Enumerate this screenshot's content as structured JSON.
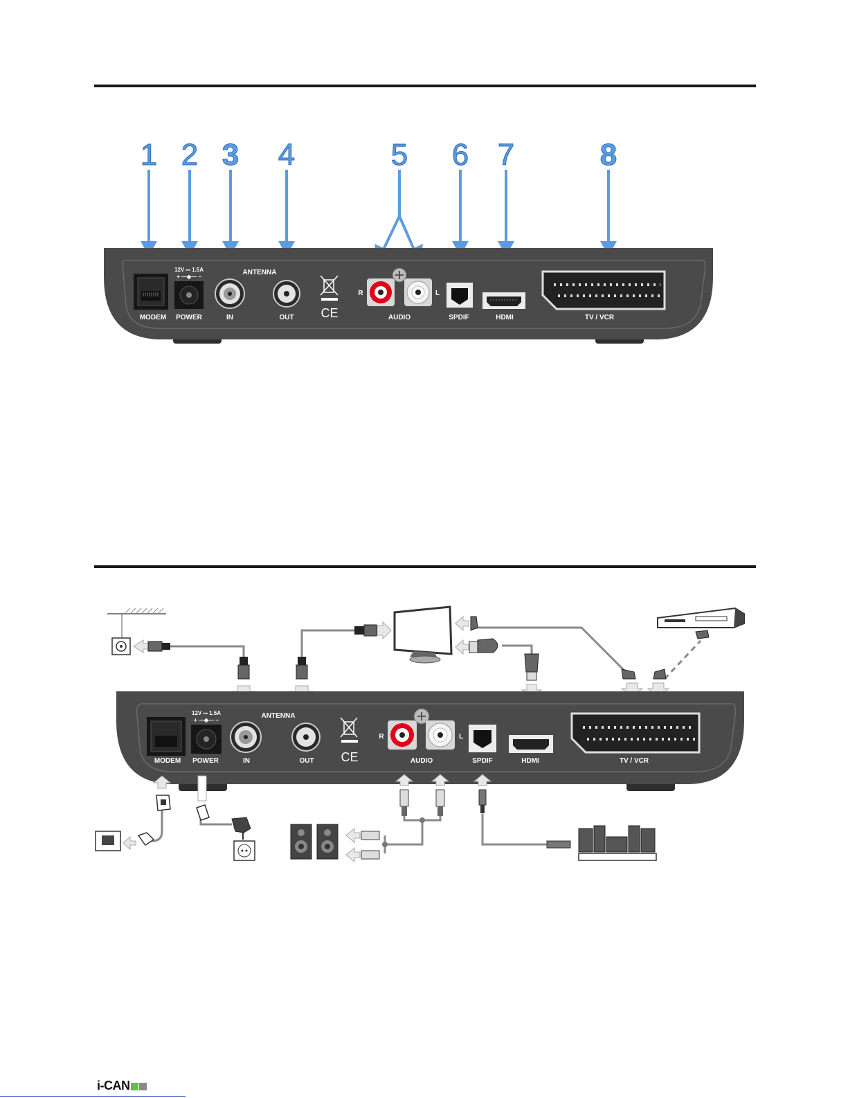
{
  "numbers": [
    "1",
    "2",
    "3",
    "4",
    "5",
    "6",
    "7",
    "8"
  ],
  "labels": {
    "modem": "MODEM",
    "power": "POWER",
    "power_rating": "12V ⎓ 1.5A",
    "antenna": "ANTENNA",
    "in": "IN",
    "out": "OUT",
    "ce": "CE",
    "r": "R",
    "l": "L",
    "audio": "AUDIO",
    "spdif": "SPDIF",
    "hdmi": "HDMI",
    "tv_vcr": "TV / VCR"
  },
  "brand": {
    "name": "i-CAN",
    "green": "#5fc04a",
    "grey": "#8a8a8a"
  },
  "colors": {
    "arrow_blue": "#5d9be0",
    "device": "#4a4a4a",
    "rca_red": "#e0001a"
  }
}
